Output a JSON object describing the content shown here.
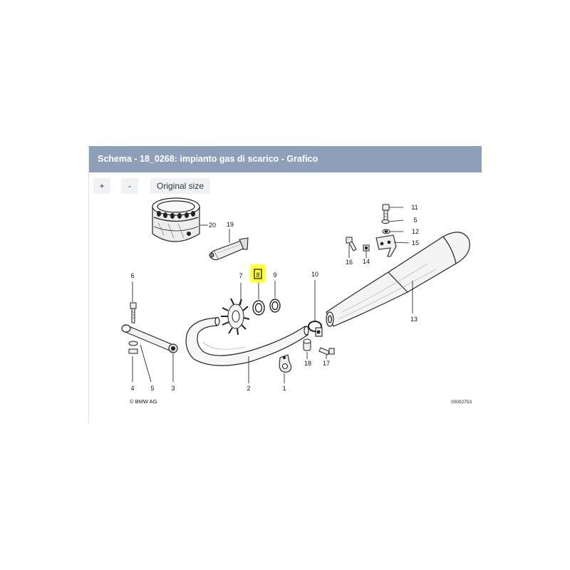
{
  "panel": {
    "title": "Schema - 18_0268: impianto gas di scarico - Grafico"
  },
  "toolbar": {
    "zoom_in_label": "+",
    "zoom_out_label": "-",
    "original_size_label": "Original size"
  },
  "diagram": {
    "callouts": [
      "1",
      "2",
      "3",
      "4",
      "5",
      "6",
      "7",
      "8",
      "9",
      "10",
      "11",
      "5",
      "12",
      "13",
      "14",
      "15",
      "16",
      "17",
      "18",
      "19",
      "20"
    ],
    "highlighted_callout": "8",
    "highlight_color": "#ffff3b",
    "copyright": "© BMW AG",
    "reference_number": "00002753"
  },
  "colors": {
    "header_bg": "#8d9fb9",
    "header_text": "#ffffff"
  }
}
